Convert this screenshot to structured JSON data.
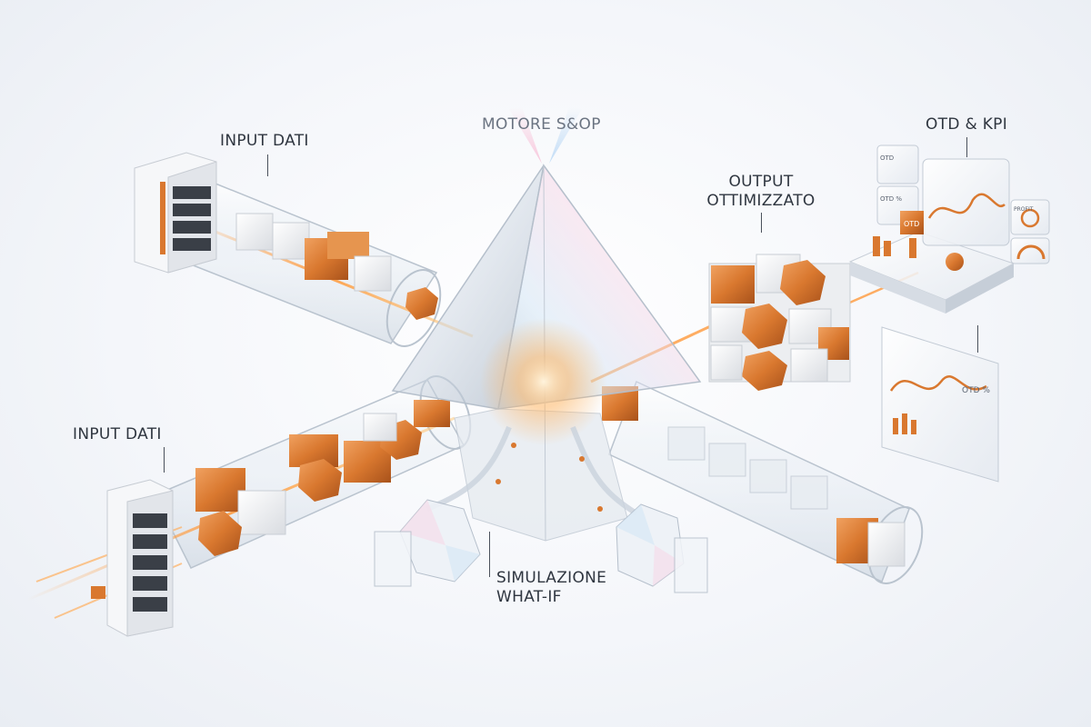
{
  "labels": {
    "input_top": "INPUT DATI",
    "input_bottom": "INPUT DATI",
    "engine": "MOTORE S&OP",
    "output_line1": "OUTPUT",
    "output_line2": "OTTIMIZZATO",
    "kpi": "OTD & KPI",
    "whatif_line1": "SIMULAZIONE",
    "whatif_line2": "WHAT-IF"
  },
  "panels": {
    "otd": "OTD",
    "otd_percent": "OTD %",
    "profit": "PROFIT"
  },
  "colors": {
    "copper": "#d9782f",
    "copper_dark": "#a8521b",
    "white_block": "#f1f1f1",
    "glass": "#dfe7ef",
    "leader": "#4a515c",
    "text": "#2f3640",
    "beam": "#ff9a3c"
  },
  "icons": [
    "server-icon",
    "pyramid-prism-icon",
    "crystal-icon",
    "dashboard-icon"
  ]
}
